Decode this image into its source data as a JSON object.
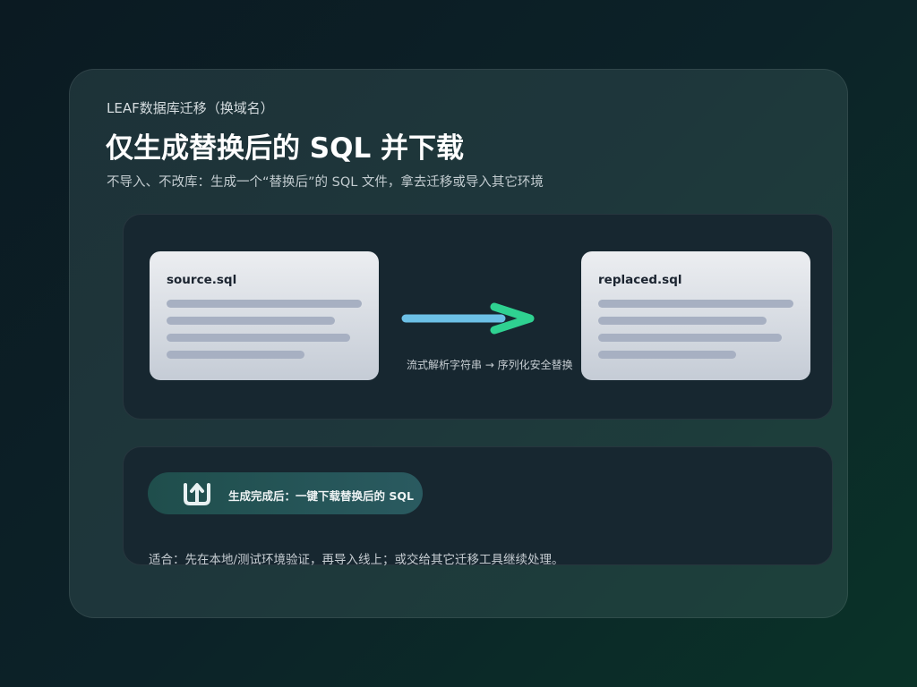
{
  "header": {
    "kicker": "LEAF数据库迁移（换域名）",
    "title": "仅生成替换后的 SQL 并下载",
    "subtitle": "不导入、不改库：生成一个“替换后”的 SQL 文件，拿去迁移或导入其它环境"
  },
  "flow": {
    "source_file": "source.sql",
    "target_file": "replaced.sql",
    "caption": "流式解析字符串 → 序列化安全替换",
    "arrow_icon": "arrow-right-icon"
  },
  "download": {
    "label": "生成完成后：一键下载替换后的 SQL",
    "icon": "upload-icon",
    "note": "适合：先在本地/测试环境验证，再导入线上；或交给其它迁移工具继续处理。"
  },
  "colors": {
    "arrow_shaft": "#6cc0e6",
    "arrow_head": "#2fd191"
  }
}
